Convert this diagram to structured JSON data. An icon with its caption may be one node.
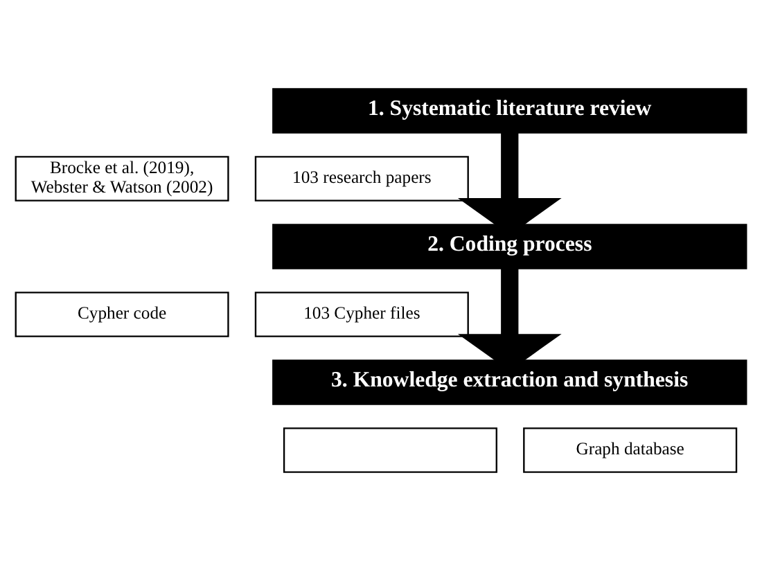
{
  "diagram": {
    "nodes": [
      {
        "text": [
          "1. Systematic literature review"
        ]
      },
      {
        "text": [
          "Brocke et al. (2019), Webster & Watson (2002)"
        ]
      },
      {
        "text": [
          "103 research papers"
        ]
      },
      {
        "text": [
          "2. Coding process"
        ]
      },
      {
        "text": [
          "Cypher code"
        ]
      },
      {
        "text": [
          "103 Cypher files"
        ]
      },
      {
        "text": [
          "3. Knowledge extraction and synthesis"
        ]
      },
      {
        "text": [],
        "shape": "box"
      },
      {
        "text": [
          "Graph database"
        ]
      }
    ],
    "edges": [
      {
        "from": 0,
        "to": 3,
        "arrow": "to"
      },
      {
        "from": 3,
        "to": 6,
        "arrow": "to"
      }
    ]
  }
}
